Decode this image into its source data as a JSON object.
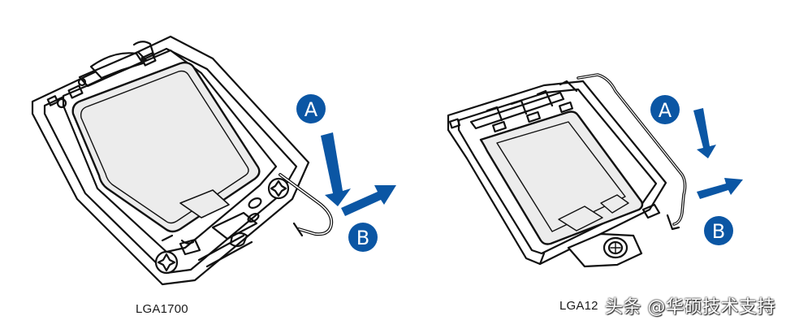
{
  "colors": {
    "arrow_blue": "#0b56a4",
    "cover_fill": "#ececec",
    "outline": "#111111",
    "white": "#ffffff"
  },
  "left_diagram": {
    "caption": "LGA1700",
    "step_a_label": "A",
    "step_b_label": "B"
  },
  "right_diagram": {
    "caption": "LGA12",
    "step_a_label": "A",
    "step_b_label": "B"
  },
  "watermark": {
    "text": "头条 @华硕技术支持"
  }
}
